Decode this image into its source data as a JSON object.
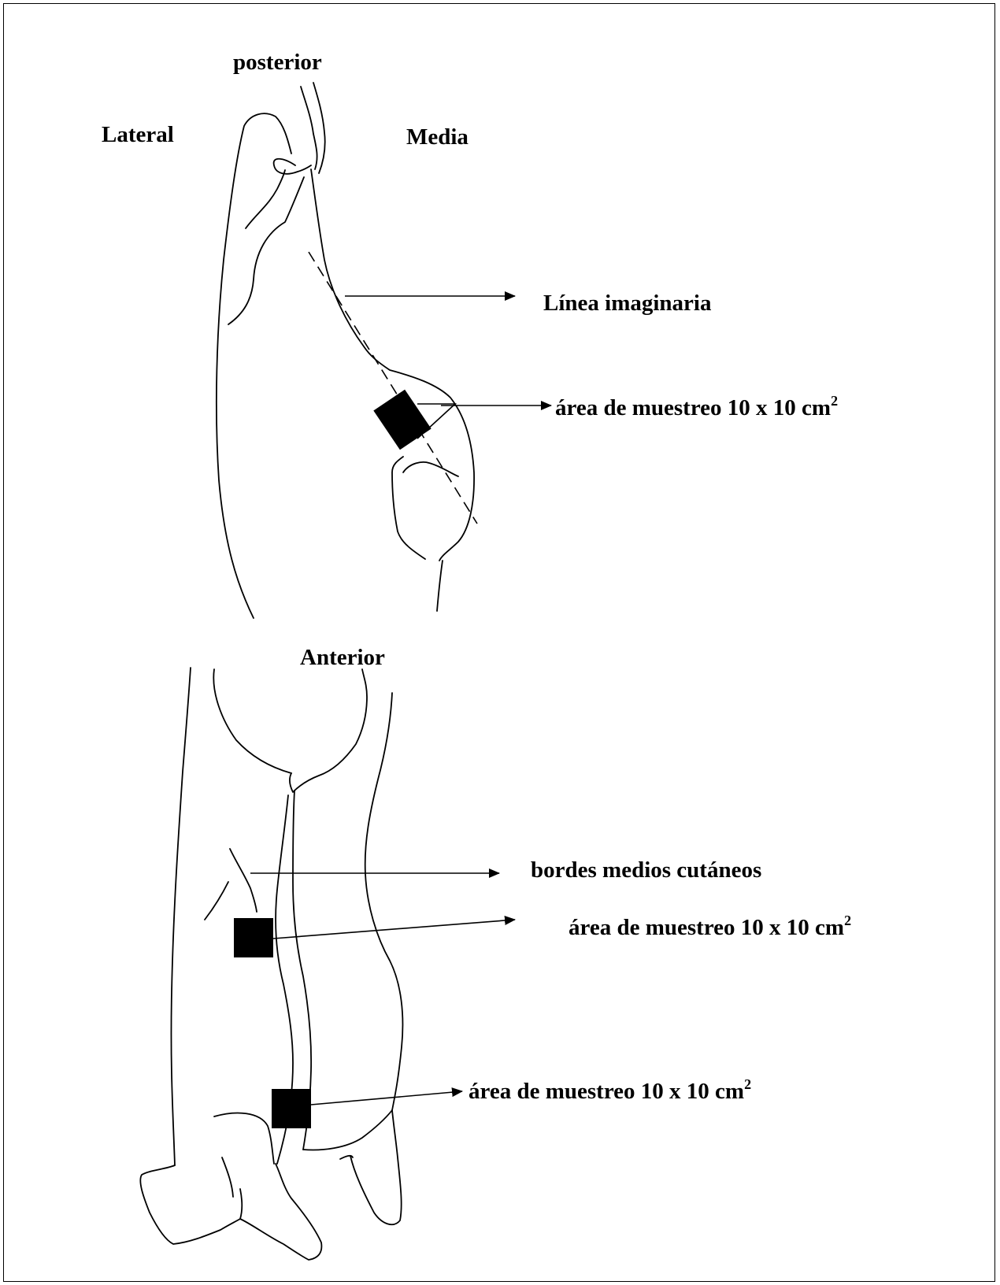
{
  "labels": {
    "posterior": "posterior",
    "lateral": "Lateral",
    "media": "Media",
    "linea_imaginaria": "Línea imaginaria",
    "area_label_1": "área de muestreo 10 x 10 cm",
    "area_label_1_sup": "2",
    "anterior": "Anterior",
    "bordes": "bordes medios cutáneos",
    "area_label_2": "área de muestreo 10 x 10 cm",
    "area_label_2_sup": "2",
    "area_label_3": "área de muestreo 10 x 10 cm",
    "area_label_3_sup": "2"
  },
  "colors": {
    "ink": "#000000",
    "background": "#ffffff"
  }
}
